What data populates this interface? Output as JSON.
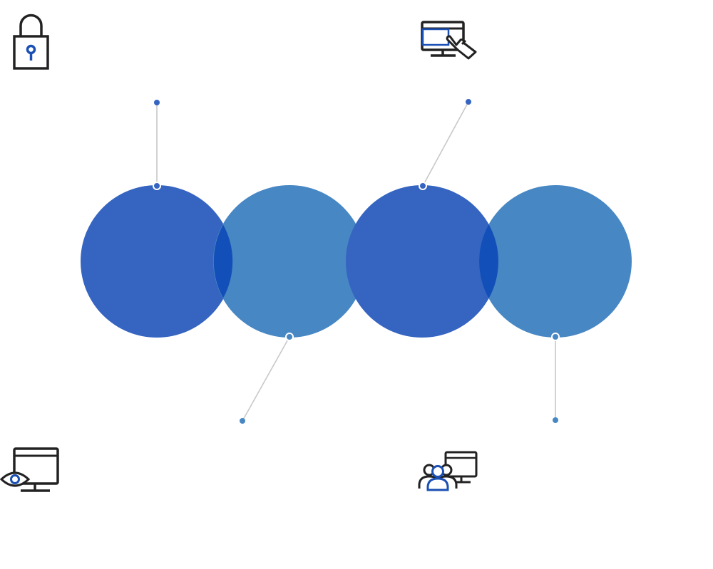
{
  "colors": {
    "primary": "#3564c1",
    "secondary": "#4787c3",
    "overlap": "#134fb8",
    "connector": "#c8c8c8",
    "icon_stroke": "#222222",
    "icon_accent": "#1a4fb4"
  },
  "circles": [
    {
      "name": "circle-1",
      "color": "primary",
      "connector": "top"
    },
    {
      "name": "circle-2",
      "color": "secondary",
      "connector": "bottom"
    },
    {
      "name": "circle-3",
      "color": "primary",
      "connector": "top"
    },
    {
      "name": "circle-4",
      "color": "secondary",
      "connector": "bottom"
    }
  ],
  "icons": [
    {
      "name": "padlock-icon"
    },
    {
      "name": "monitor-touch-icon"
    },
    {
      "name": "monitor-eye-icon"
    },
    {
      "name": "users-monitor-icon"
    }
  ]
}
